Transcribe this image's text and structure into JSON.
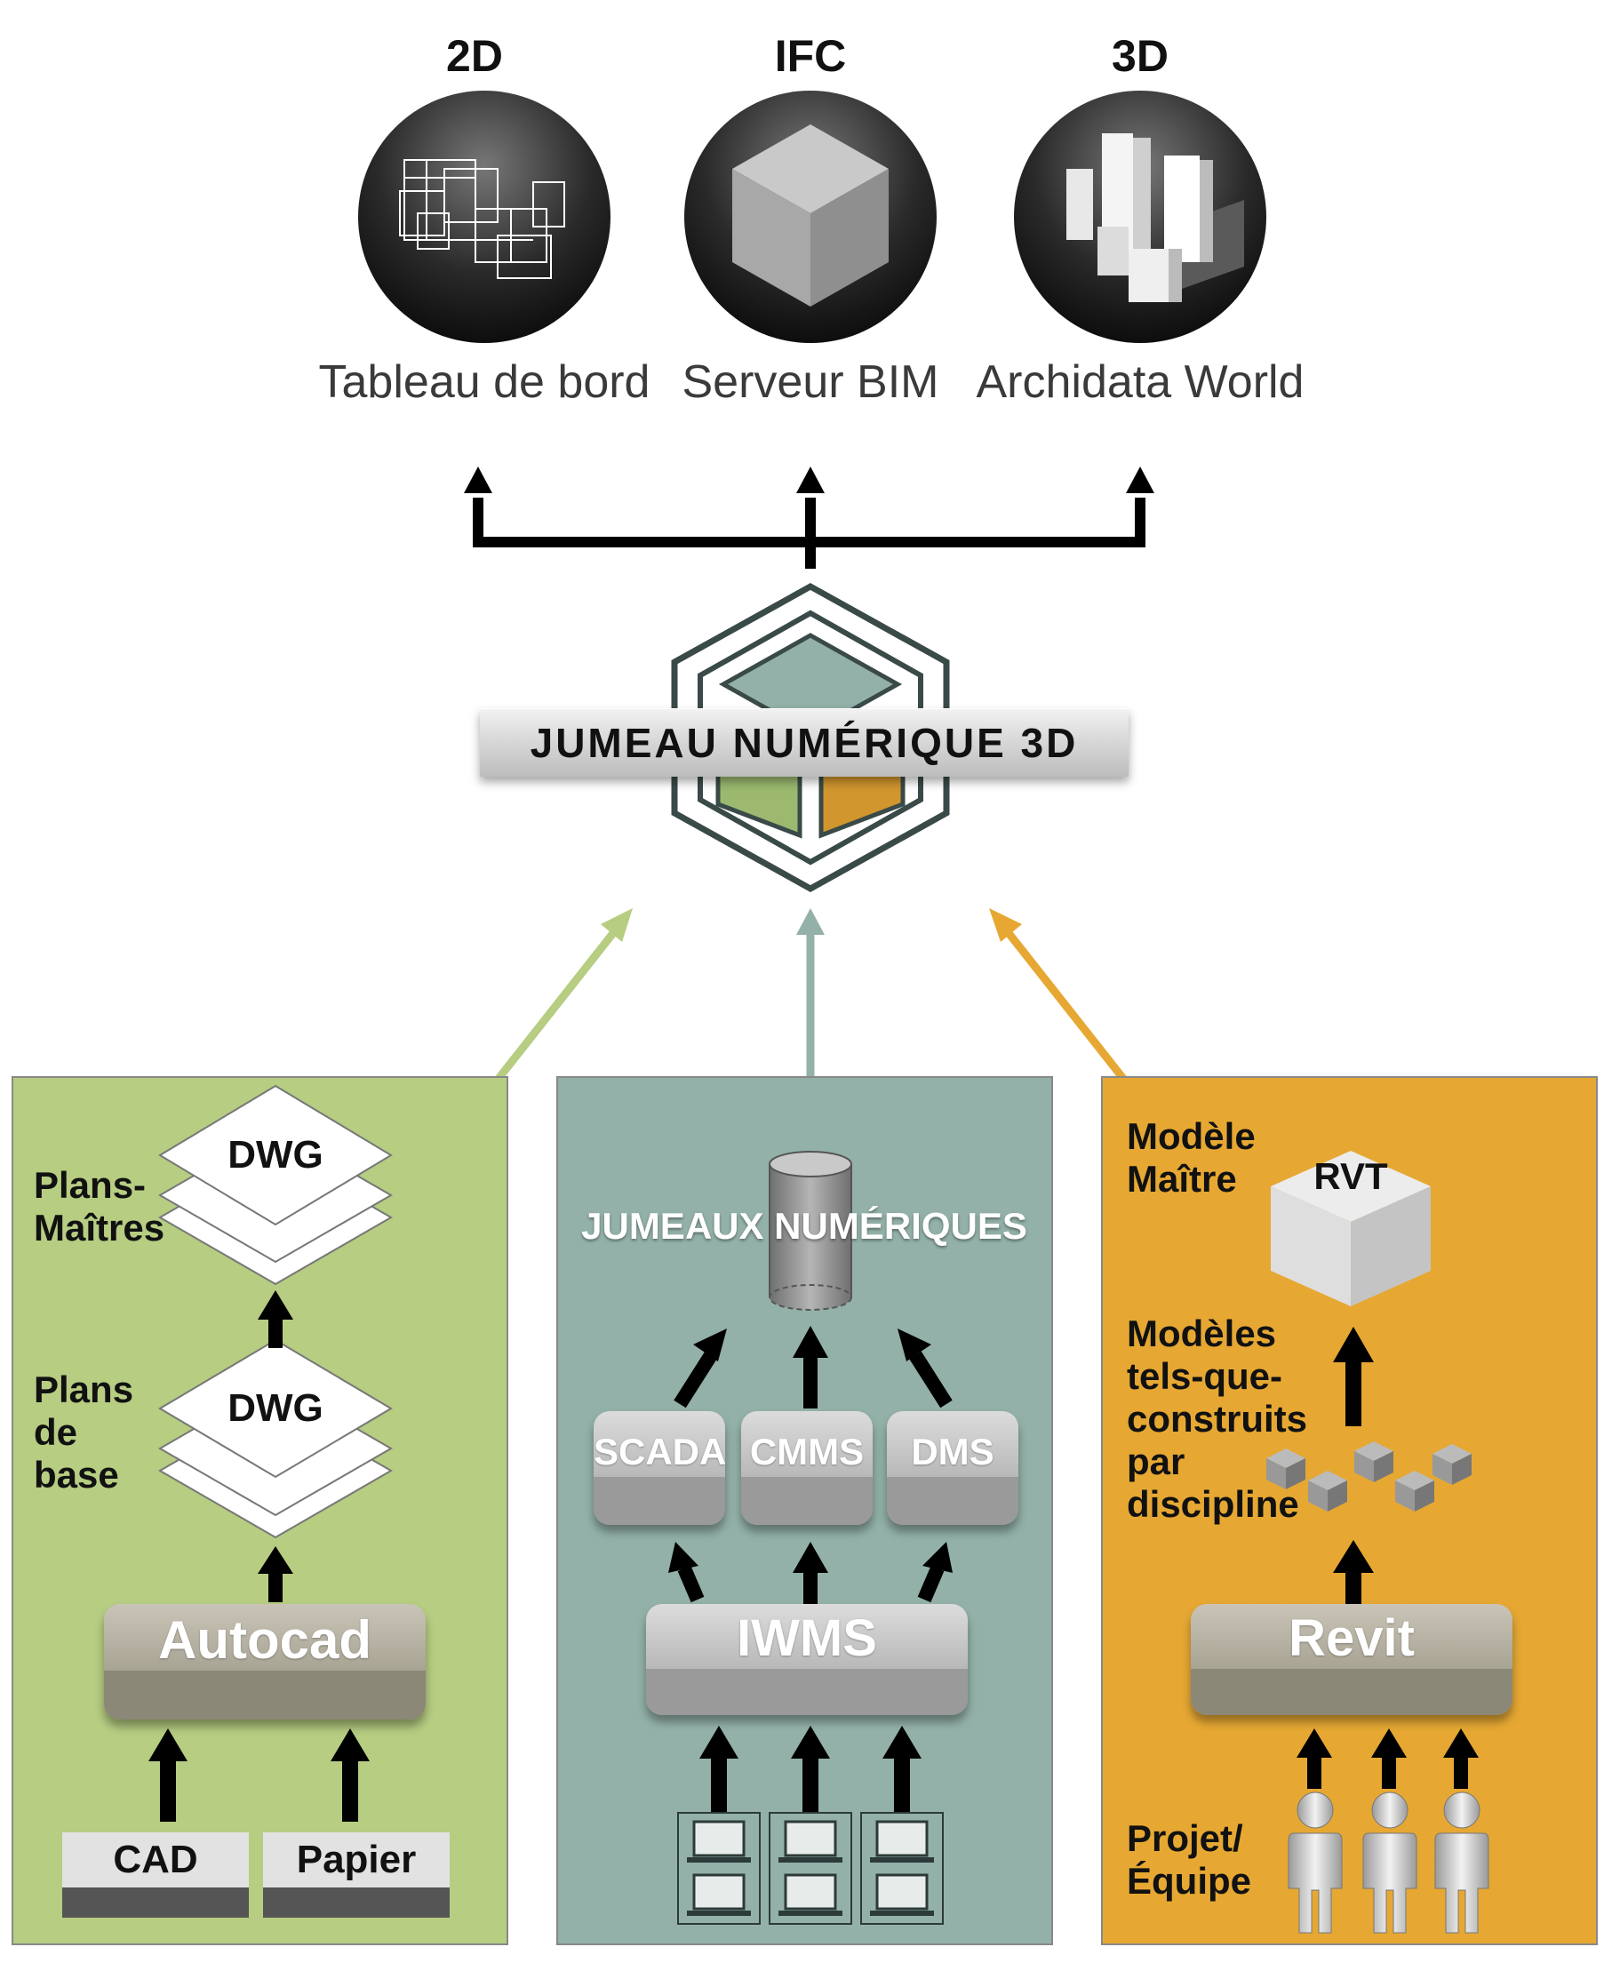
{
  "outputs": [
    {
      "code": "2D",
      "label": "Tableau de bord",
      "icon": "floor-plan-icon"
    },
    {
      "code": "IFC",
      "label": "Serveur BIM",
      "icon": "cube-icon"
    },
    {
      "code": "3D",
      "label": "Archidata World",
      "icon": "buildings-icon"
    }
  ],
  "center": {
    "title": "JUMEAU NUMÉRIQUE 3D",
    "icon": "digital-twin-cube-icon"
  },
  "left_panel": {
    "color": "#b6cd82",
    "arrow_color": "#b6cd82",
    "top_stack": "DWG",
    "top_label_line1": "Plans-",
    "top_label_line2": "Maîtres",
    "mid_stack": "DWG",
    "mid_label_line1": "Plans",
    "mid_label_line2": "de",
    "mid_label_line3": "base",
    "tool": "Autocad",
    "source1": "CAD",
    "source2": "Papier"
  },
  "middle_panel": {
    "color": "#93b1a9",
    "arrow_color": "#93b1a9",
    "database_label": "JUMEAUX NUMÉRIQUES",
    "system1": "SCADA",
    "system2": "CMMS",
    "system3": "DMS",
    "tool": "IWMS",
    "input_icon": "computers-icon"
  },
  "right_panel": {
    "color": "#e6a833",
    "arrow_color": "#e6a833",
    "model_label_line1": "Modèle",
    "model_label_line2": "Maître",
    "model_code": "RVT",
    "models_label_line1": "Modèles",
    "models_label_line2": "tels-que-",
    "models_label_line3": "construits",
    "models_label_line4": "par",
    "models_label_line5": "discipline",
    "tool": "Revit",
    "team_label_line1": "Projet/",
    "team_label_line2": "Équipe",
    "team_icon": "person-icon"
  }
}
